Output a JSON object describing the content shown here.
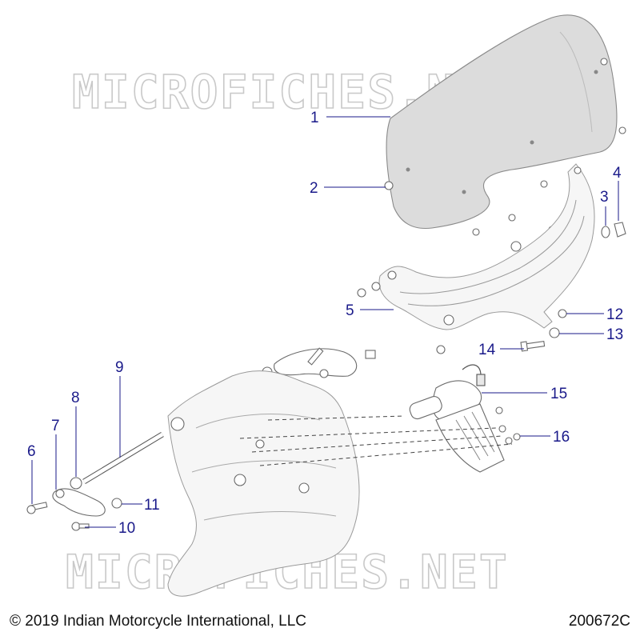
{
  "watermark": "MICROFICHES.NET",
  "footer": {
    "copyright": "© 2019 Indian Motorcycle International, LLC",
    "figure_id": "200672C"
  },
  "callouts": [
    {
      "id": "1",
      "label": "1"
    },
    {
      "id": "2",
      "label": "2"
    },
    {
      "id": "3",
      "label": "3"
    },
    {
      "id": "4",
      "label": "4"
    },
    {
      "id": "5",
      "label": "5"
    },
    {
      "id": "6",
      "label": "6"
    },
    {
      "id": "7",
      "label": "7"
    },
    {
      "id": "8",
      "label": "8"
    },
    {
      "id": "9",
      "label": "9"
    },
    {
      "id": "10",
      "label": "10"
    },
    {
      "id": "11",
      "label": "11"
    },
    {
      "id": "12",
      "label": "12"
    },
    {
      "id": "13",
      "label": "13"
    },
    {
      "id": "14",
      "label": "14"
    },
    {
      "id": "15",
      "label": "15"
    },
    {
      "id": "16",
      "label": "16"
    }
  ],
  "colors": {
    "callout": "#1a1a8a",
    "windshield_tint": "#dcdcdc",
    "watermark": "#c9c9c9"
  }
}
